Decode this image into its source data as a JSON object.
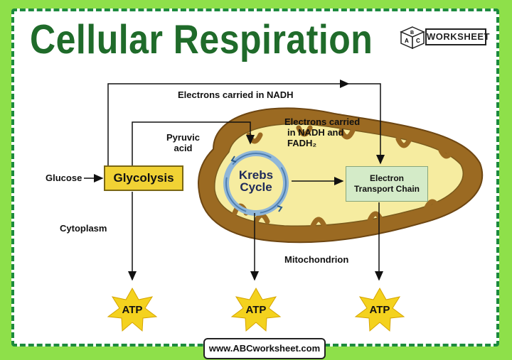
{
  "title": "Cellular Respiration",
  "logo": {
    "text": "WORKSHEET",
    "icon": "abc-cube-icon"
  },
  "labels": {
    "electrons_nadh": "Electrons carried in NADH",
    "electrons_nadh_fadh_line1": "Electrons carried",
    "electrons_nadh_fadh_line2": "in NADH and",
    "electrons_nadh_fadh_line3": "FADH₂",
    "pyruvic_line1": "Pyruvic",
    "pyruvic_line2": "acid",
    "glucose": "Glucose",
    "cytoplasm": "Cytoplasm",
    "mitochondrion": "Mitochondrion"
  },
  "nodes": {
    "glycolysis": "Glycolysis",
    "krebs_line1": "Krebs",
    "krebs_line2": "Cycle",
    "etc_line1": "Electron",
    "etc_line2": "Transport  Chain"
  },
  "atp": [
    "ATP",
    "ATP",
    "ATP"
  ],
  "footer": "www.ABCworksheet.com",
  "colors": {
    "background": "#8ee04a",
    "border": "#1c8a3e",
    "title": "#1f6b2a",
    "mito_outer": "#9b6a22",
    "mito_inner": "#f6eca0",
    "glycolysis": "#f1d234",
    "etc": "#d4ebc8",
    "atp_star": "#f4d21e"
  }
}
